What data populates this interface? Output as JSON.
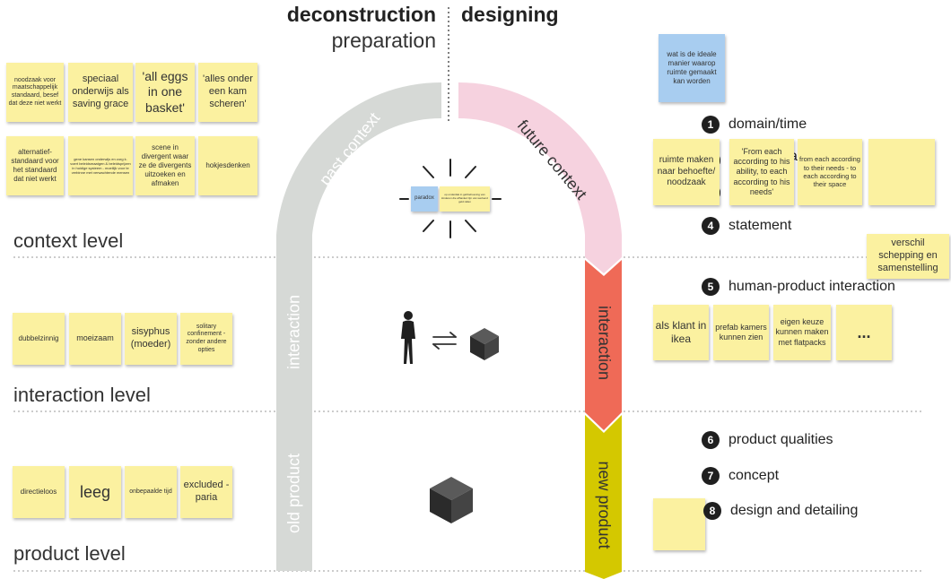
{
  "headers": {
    "left_title": "deconstruction",
    "left_subtitle": "preparation",
    "right_title": "designing"
  },
  "levels": {
    "context": "context level",
    "interaction": "interaction level",
    "product": "product level"
  },
  "arch": {
    "past_context": "past context",
    "future_context": "future context",
    "left_interaction": "interaction",
    "right_interaction": "interaction",
    "old_product": "old product",
    "new_product": "new product"
  },
  "center_notes": {
    "paradox": "paradox",
    "paradox_detail": "op onderdak in gehbehoeving van kinderen die afhankel zijn van werkend geld rallen"
  },
  "left_context_notes": [
    "noodzaak voor maatschappelijk standaard, besef dat deze niet werkt",
    "speciaal onderwijs als saving grace",
    "'all eggs in one basket'",
    "'alles onder een kam scheren'",
    "alternatief-standaard voor het standaard dat niet werkt",
    "gene kansen onderwijs en zorg k. voert beleidsmaatgen & beleidsprijzen in huidige systeem - moeilijk voor te verbinne met verwachtende mensen",
    "scene in divergent waar ze de divergents uitzoeken en afmaken",
    "hokjesdenken"
  ],
  "left_interaction_notes": [
    "dubbelzinnig",
    "moeizaam",
    "sisyphus (moeder)",
    "solitary confinement - zonder andere opties"
  ],
  "left_product_notes": [
    "directieloos",
    "leeg",
    "onbepaalde tijd",
    "excluded - paria"
  ],
  "right_top_note": "wat is de ideale manier waarop ruimte gemaakt kan worden",
  "right_context_notes": [
    "ruimte maken naar behoefte/ noodzaak",
    "'From each according to his ability, to each according to his needs'",
    "from each according to their needs - to each according to their space",
    ""
  ],
  "verschil_note": "verschil schepping en samenstelling",
  "right_interaction_notes": [
    "als klant in ikea",
    "prefab kamers kunnen zien",
    "eigen keuze kunnen maken met flatpacks",
    "..."
  ],
  "steps": [
    {
      "num": "1",
      "label": "domain/time"
    },
    {
      "num": "4",
      "label": "statement"
    },
    {
      "num": "5",
      "label": "human-product interaction"
    },
    {
      "num": "6",
      "label": "product qualities"
    },
    {
      "num": "7",
      "label": "concept"
    },
    {
      "num": "8",
      "label": "design and detailing"
    }
  ],
  "hidden_fragments": {
    "a": "a",
    "t": "t"
  },
  "colors": {
    "gray_band": "#d6d9d6",
    "pink_band": "#f6d2df",
    "red_band": "#ef6a57",
    "olive_band": "#d4c800",
    "sticky_yellow": "#fbf1a0",
    "sticky_blue": "#a8cdf0"
  }
}
